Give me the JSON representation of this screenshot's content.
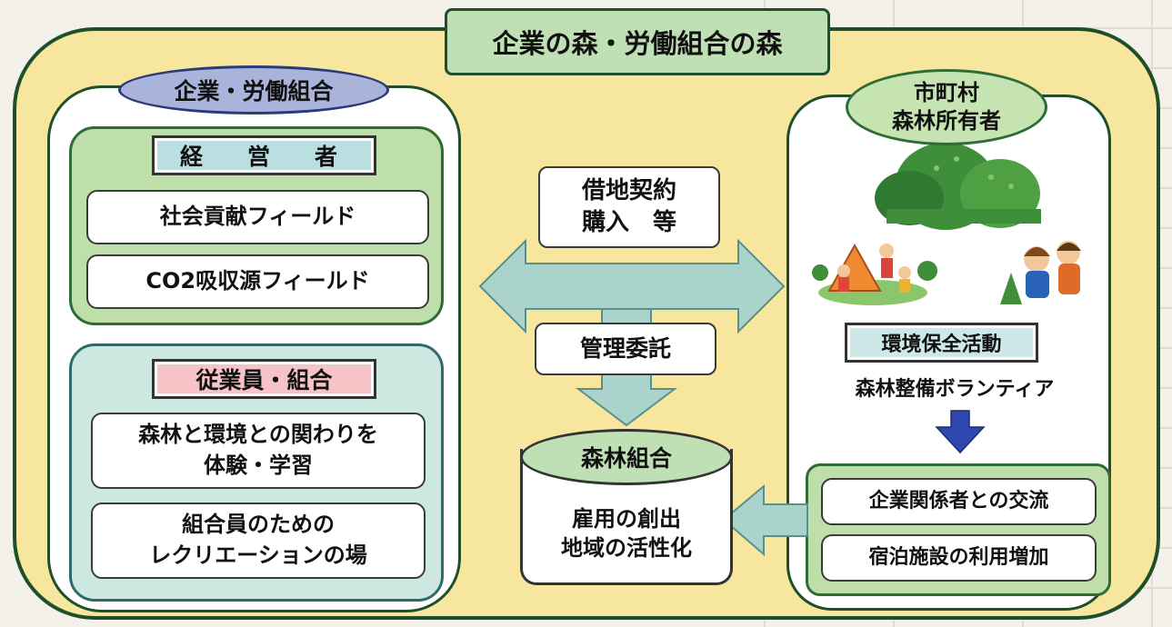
{
  "title": "企業の森・労働組合の森",
  "left": {
    "header": "企業・労働組合",
    "management": {
      "label": "経　営　者",
      "items": [
        "社会貢献フィールド",
        "CO2吸収源フィールド"
      ]
    },
    "employees": {
      "label": "従業員・組合",
      "items": [
        {
          "line1": "森林と環境との関わりを",
          "line2": "体験・学習"
        },
        {
          "line1": "組合員のための",
          "line2": "レクリエーションの場"
        }
      ]
    }
  },
  "center": {
    "contract_line1": "借地契約",
    "contract_line2": "購入　等",
    "management_commission": "管理委託",
    "cooperative": {
      "header": "森林組合",
      "line1": "雇用の創出",
      "line2": "地域の活性化"
    }
  },
  "right": {
    "header_line1": "市町村",
    "header_line2": "森林所有者",
    "activity_label": "環境保全活動",
    "volunteer": "森林整備ボランティア",
    "results": [
      "企業関係者との交流",
      "宿泊施設の利用増加"
    ]
  },
  "colors": {
    "outer_fill": "#f7e79e",
    "frame": "#1f4f2a",
    "arrow_teal": "#a9d3cb",
    "arrow_blue": "#2f47b0"
  }
}
